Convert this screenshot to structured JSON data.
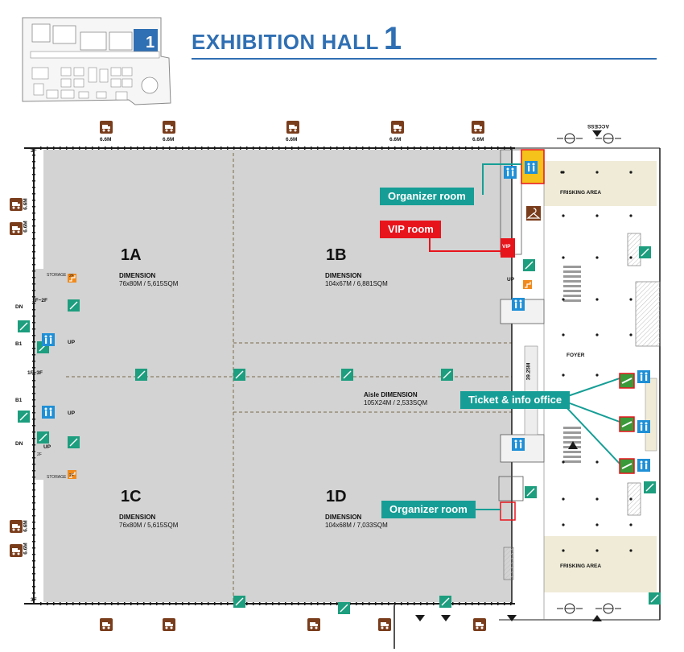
{
  "header": {
    "title_text": "EXHIBITION HALL",
    "title_number": "1",
    "minimap_badge": "1"
  },
  "halls": [
    {
      "label": "1A",
      "dim_title": "DIMENSION",
      "dim_value": "76x80M / 5,615SQM"
    },
    {
      "label": "1B",
      "dim_title": "DIMENSION",
      "dim_value": "104x67M / 6,881SQM"
    },
    {
      "label": "1C",
      "dim_title": "DIMENSION",
      "dim_value": "76x80M / 5,615SQM"
    },
    {
      "label": "1D",
      "dim_title": "DIMENSION",
      "dim_value": "104x68M / 7,033SQM"
    }
  ],
  "aisle": {
    "dim_title": "Aisle DIMENSION",
    "dim_value": "105X24M / 2,533SQM"
  },
  "callouts": {
    "organizer_top": "Organizer room",
    "vip": "VIP room",
    "ticket": "Ticket & info office",
    "organizer_bottom": "Organizer room"
  },
  "labels": {
    "door_width": "6.6M",
    "access": "ACCESS",
    "frisking_area": "FRISKING AREA",
    "foyer": "FOYER",
    "vip_tag": "VIP",
    "up": "UP",
    "dn": "DN",
    "b1": "B1",
    "floor_3f": "3F",
    "floor_1f_2f": "1F~2F",
    "floor_1f_3f": "1F~3F",
    "floor_2f": "2F",
    "storage": "STORAGE",
    "foyer_width": "39.25M"
  },
  "colors": {
    "hall_floor": "#d3d3d3",
    "wall": "#1a1a1a",
    "title_blue": "#2f6fb3",
    "teal": "#169e96",
    "red": "#e8141c",
    "loading_brown": "#7a3d1c",
    "wc_blue": "#1f8fd6",
    "lift_teal": "#1d9e7e",
    "stair_orange": "#f08a1c",
    "frisking_beige": "#efebd7",
    "ticket_green": "#3a9a3a",
    "highlight_yellow": "#f4c21b"
  },
  "icons": [
    "truck-icon",
    "elevator-icon",
    "restroom-icon",
    "cloakroom-icon",
    "stairs-icon",
    "access-arrow-icon",
    "gate-icon"
  ]
}
